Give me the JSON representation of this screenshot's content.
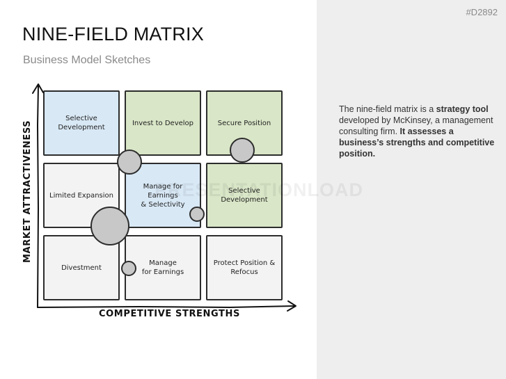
{
  "slide_id": "#D2892",
  "title": "NINE-FIELD MATRIX",
  "subtitle": "Business Model Sketches",
  "watermark": "PRESENTATIONLOAD",
  "description": {
    "p1": "The nine-field matrix is a ",
    "b1": "strategy tool",
    "p2": " developed by McKinsey, a management consulting firm. ",
    "b2": "It assesses a business’s strengths and competitive position."
  },
  "axes": {
    "y_label": "MARKET ATTRACTIVENESS",
    "x_label": "COMPETITIVE STRENGTHS"
  },
  "colors": {
    "blue": "#d8e8f5",
    "green": "#d9e6c7",
    "grey": "#f3f3f3",
    "bubble": "#c8c8c8"
  },
  "matrix": {
    "rows": [
      [
        {
          "label": "Selective\nDevelopment",
          "color": "blue"
        },
        {
          "label": "Invest to Develop",
          "color": "green"
        },
        {
          "label": "Secure Position",
          "color": "green"
        }
      ],
      [
        {
          "label": "Limited Expansion",
          "color": "grey"
        },
        {
          "label": "Manage for Earnings\n& Selectivity",
          "color": "blue"
        },
        {
          "label": "Selective\nDevelopment",
          "color": "green"
        }
      ],
      [
        {
          "label": "Divestment",
          "color": "grey"
        },
        {
          "label": "Manage\nfor Earnings",
          "color": "grey"
        },
        {
          "label": "Protect Position &\nRefocus",
          "color": "grey"
        }
      ]
    ]
  }
}
